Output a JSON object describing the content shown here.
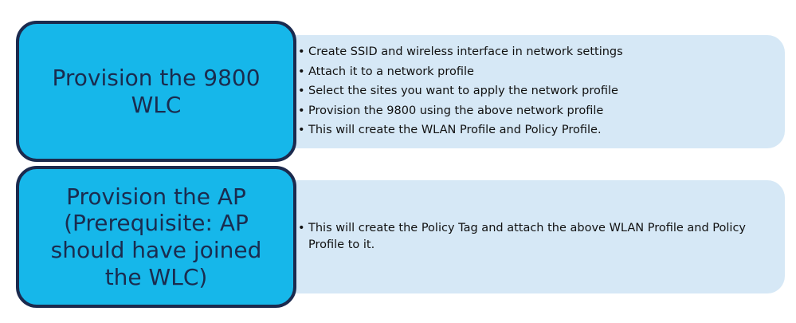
{
  "steps": [
    {
      "title": "Provision the 9800 WLC",
      "bullets": [
        "Create SSID and wireless interface in network settings",
        "Attach it to a network profile",
        "Select the sites you want to apply the network profile",
        "Provision the 9800 using the above network profile",
        "This will create the WLAN Profile and Policy Profile."
      ]
    },
    {
      "title": "Provision the AP (Prerequisite: AP should have joined the WLC)",
      "bullets": [
        "This will create the Policy Tag and attach the above WLAN Profile and Policy Profile to it."
      ]
    }
  ],
  "colors": {
    "step_fill": "#16b7ea",
    "step_border": "#1b2a4e",
    "panel_fill": "#d6e8f6"
  }
}
